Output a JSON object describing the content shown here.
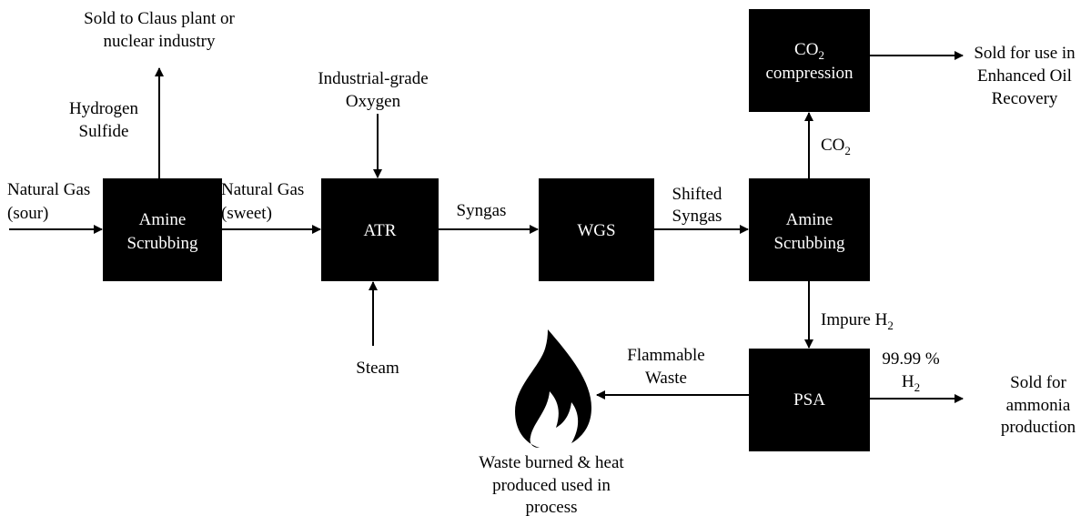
{
  "colors": {
    "box_fill": "#000000",
    "box_text": "#ffffff",
    "line": "#000000",
    "background": "#ffffff"
  },
  "boxes": {
    "amine1": [
      "Amine",
      "Scrubbing"
    ],
    "atr": [
      "ATR"
    ],
    "wgs": [
      "WGS"
    ],
    "amine2": [
      "Amine",
      "Scrubbing"
    ],
    "co2comp": {
      "co2_main": "CO",
      "co2_sub": "2",
      "line2": "compression"
    },
    "psa": [
      "PSA"
    ]
  },
  "labels": {
    "sold_claus": [
      "Sold to Claus plant or",
      "nuclear industry"
    ],
    "hydrogen_sulfide": [
      "Hydrogen",
      "Sulfide"
    ],
    "ng_sour": [
      "Natural Gas",
      "(sour)"
    ],
    "ng_sweet": [
      "Natural Gas",
      "(sweet)"
    ],
    "oxygen": [
      "Industrial-grade",
      "Oxygen"
    ],
    "steam": [
      "Steam"
    ],
    "syngas": [
      "Syngas"
    ],
    "shifted_syngas": [
      "Shifted",
      "Syngas"
    ],
    "co2_stream": {
      "main": "CO",
      "sub": "2"
    },
    "sold_eor": [
      "Sold for use in",
      "Enhanced Oil",
      "Recovery"
    ],
    "impure_h2": {
      "main": "Impure H",
      "sub": "2"
    },
    "purity": {
      "line1": "99.99 %",
      "main": "H",
      "sub": "2"
    },
    "sold_ammonia": [
      "Sold for",
      "ammonia",
      "production"
    ],
    "flammable_waste": [
      "Flammable",
      "Waste"
    ],
    "waste_burned": [
      "Waste burned & heat",
      "produced used in",
      "process"
    ]
  },
  "icons": {
    "flame": "flame-icon"
  }
}
